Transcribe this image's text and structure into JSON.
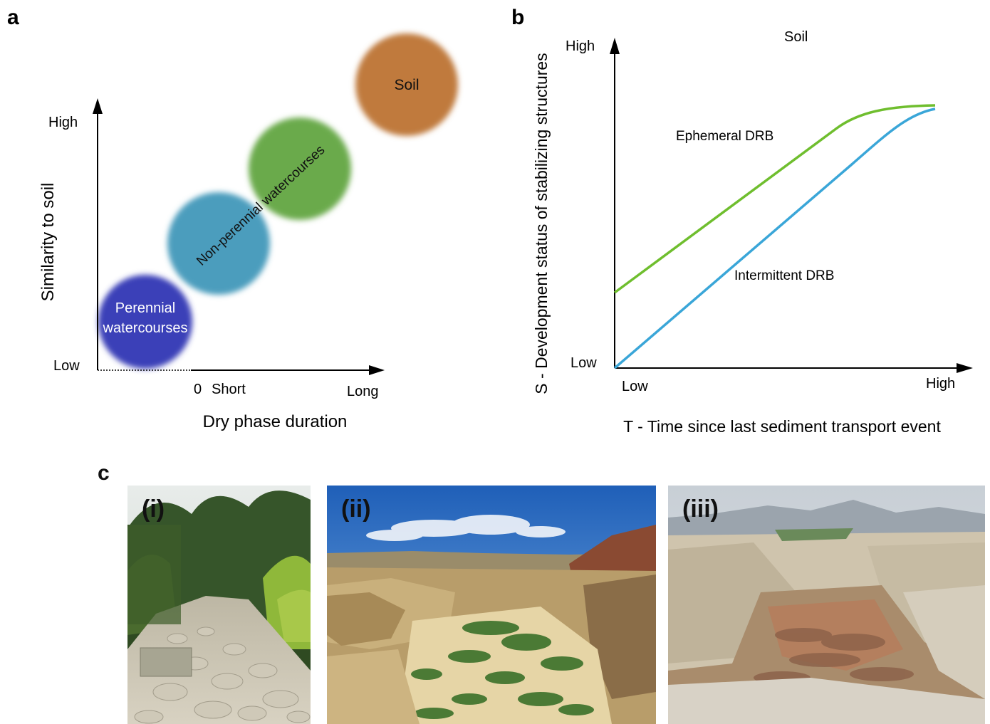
{
  "panel_a": {
    "letter": "a",
    "y_high": "High",
    "y_low": "Low",
    "y_title": "Similarity to soil",
    "x_zero": "0",
    "x_short": "Short",
    "x_long": "Long",
    "x_title": "Dry phase duration",
    "perennial_line1": "Perennial",
    "perennial_line2": "watercourses",
    "non_perennial": "Non-perennial watercourses",
    "soil": "Soil",
    "colors": {
      "perennial": "#3a3fb8",
      "non_perennial_blue": "#4b9dbd",
      "non_perennial_green": "#6aaa4c",
      "soil": "#c07a3e"
    }
  },
  "panel_b": {
    "letter": "b",
    "y_high": "High",
    "y_low": "Low",
    "y_title": "S - Development status of stabilizing structures",
    "x_low": "Low",
    "x_high": "High",
    "x_title": "T - Time since last sediment transport event",
    "soil": "Soil",
    "ephemeral": "Ephemeral DRB",
    "intermittent": "Intermittent DRB",
    "colors": {
      "ephemeral": "#6fbe2e",
      "intermittent": "#3aa6d8"
    }
  },
  "panel_c": {
    "letter": "c",
    "photos": [
      {
        "label": "(i)"
      },
      {
        "label": "(ii)"
      },
      {
        "label": "(iii)"
      }
    ]
  }
}
